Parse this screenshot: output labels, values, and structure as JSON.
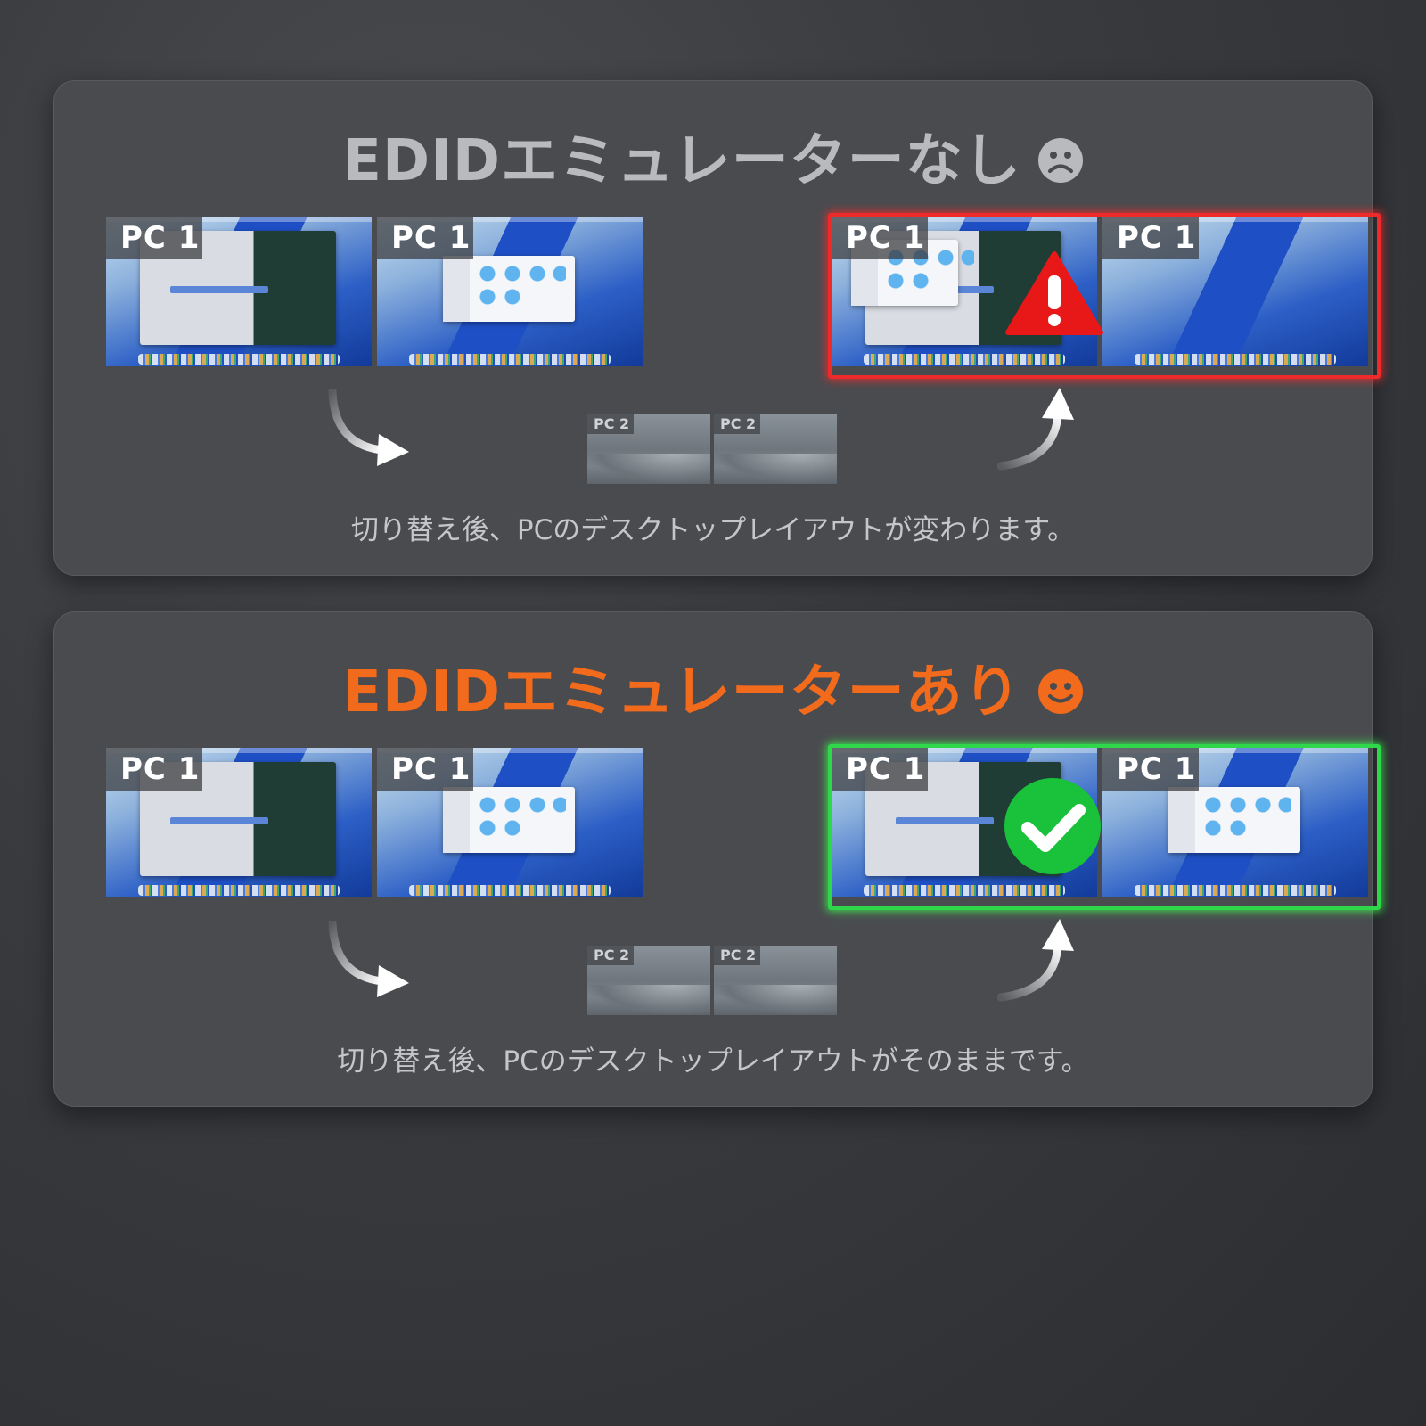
{
  "panels": [
    {
      "title": "EDIDエミュレーターなし",
      "title_color": "#b8babd",
      "face_icon": "sad-face-icon",
      "status_icon": "warning-icon",
      "status_color": "#ee2a2a",
      "caption": "切り替え後、PCのデスクトップレイアウトが変わります。",
      "pc1_label": "PC 1",
      "pc2_label": "PC 2"
    },
    {
      "title": "EDIDエミュレーターあり",
      "title_color": "#f26a1b",
      "face_icon": "smile-face-icon",
      "status_icon": "checkmark-icon",
      "status_color": "#2ed84a",
      "caption": "切り替え後、PCのデスクトップレイアウトがそのままです。",
      "pc1_label": "PC 1",
      "pc2_label": "PC 2"
    }
  ]
}
